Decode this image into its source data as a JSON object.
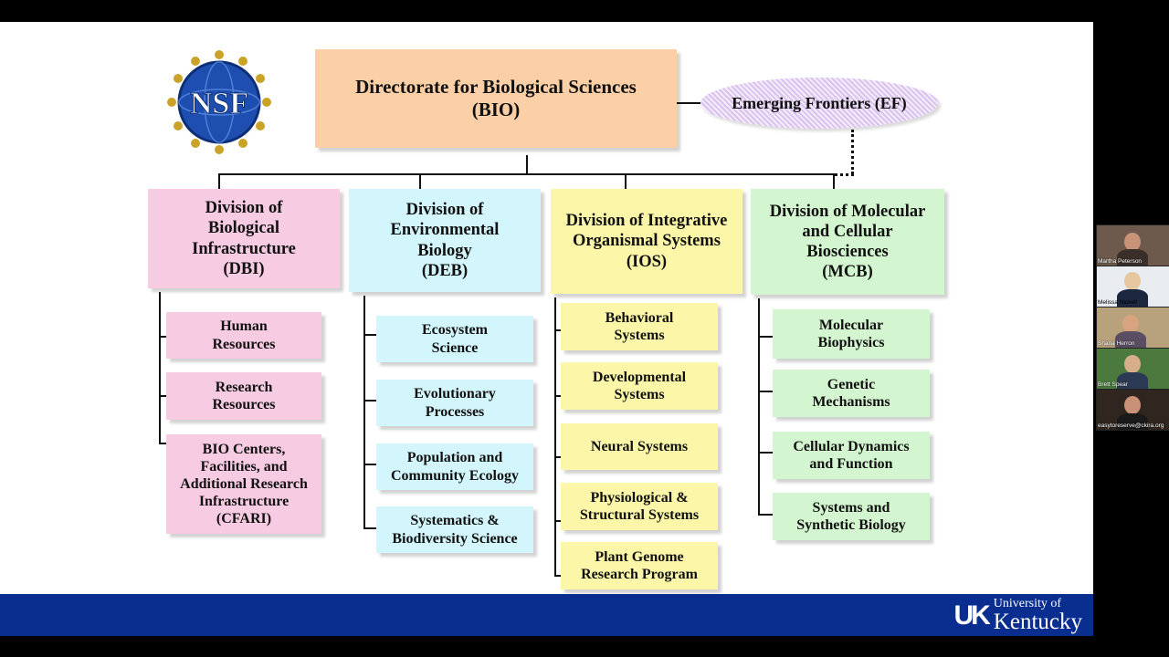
{
  "top_box": {
    "label": "Directorate for Biological Sciences\n(BIO)"
  },
  "emerging_frontiers": {
    "label": "Emerging Frontiers (EF)"
  },
  "logo": {
    "text": "NSF"
  },
  "divisions": [
    {
      "label": "Division of\nBiological\nInfrastructure\n(DBI)",
      "programs": [
        "Human\nResources",
        "Research\nResources",
        "BIO Centers,\nFacilities, and\nAdditional Research\nInfrastructure\n(CFARI)"
      ]
    },
    {
      "label": "Division of\nEnvironmental\nBiology\n(DEB)",
      "programs": [
        "Ecosystem\nScience",
        "Evolutionary\nProcesses",
        "Population and\nCommunity Ecology",
        "Systematics &\nBiodiversity Science"
      ]
    },
    {
      "label": "Division of Integrative\nOrganismal Systems\n(IOS)",
      "programs": [
        "Behavioral\nSystems",
        "Developmental\nSystems",
        "Neural Systems",
        "Physiological &\nStructural Systems",
        "Plant Genome\nResearch Program"
      ]
    },
    {
      "label": "Division of Molecular\nand Cellular\nBiosciences\n(MCB)",
      "programs": [
        "Molecular\nBiophysics",
        "Genetic\nMechanisms",
        "Cellular Dynamics\nand Function",
        "Systems and\nSynthetic Biology"
      ]
    }
  ],
  "footer": {
    "mark": "UK",
    "small": "University of",
    "big": "Kentucky"
  },
  "participants": [
    {
      "name": "Martha Peterson"
    },
    {
      "name": "Melissa Nickell"
    },
    {
      "name": "Shana Herron"
    },
    {
      "name": "Brett Spear"
    },
    {
      "name": "easytoreserve@ckira.org"
    }
  ],
  "colors": {
    "pink": "#f7cce3",
    "cyan": "#d2f6fb",
    "yellow": "#fbf6a8",
    "green": "#d3f5cf",
    "orange": "#fbd0a7",
    "uk_blue": "#0a2e8f"
  }
}
